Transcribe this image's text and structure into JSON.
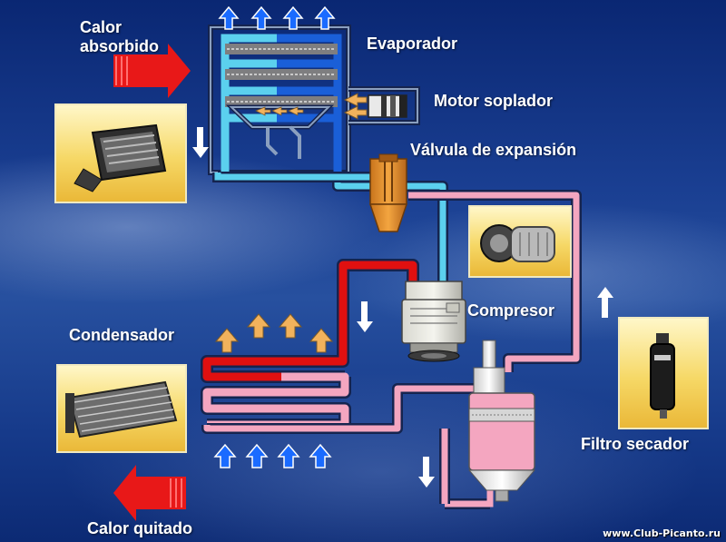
{
  "labels": {
    "heat_absorbed": "Calor\nabsorbido",
    "evaporator": "Evaporador",
    "blower_motor": "Motor soplador",
    "expansion_valve": "Válvula de expansión",
    "compressor": "Compresor",
    "condenser": "Condensador",
    "filter_dryer": "Filtro secador",
    "heat_removed": "Calor quitado"
  },
  "watermark": "www.Club-Picanto.ru",
  "colors": {
    "high_pressure_liquid": "#f4a6c0",
    "high_pressure_gas": "#e01010",
    "low_pressure_liquid": "#5bd0ee",
    "low_pressure_gas": "#1a5fd8",
    "heat_arrow": "#e81818",
    "air_in_arrow": "#1a6bff",
    "air_out_arrow": "#f2b25c"
  },
  "icons": {
    "evaporator_photo": "evaporator-unit-photo",
    "compressor_photo": "compressor-photo",
    "condenser_photo": "condenser-photo",
    "filter_dryer_photo": "filter-dryer-photo"
  }
}
